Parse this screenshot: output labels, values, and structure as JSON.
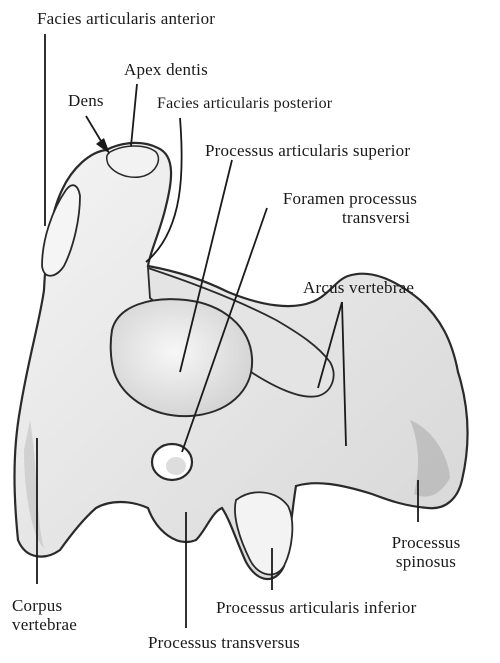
{
  "labels": {
    "facies_articularis_anterior": "Facies articularis anterior",
    "apex_dentis": "Apex  dentis",
    "dens": "Dens",
    "facies_articularis_posterior": "Facies articularis posterior",
    "processus_articularis_superior": "Processus  articularis superior",
    "foramen_processus_line1": "Foramen processus",
    "foramen_processus_line2": "transversi",
    "arcus_vertebrae": "Arcus vertebrae",
    "processus_spinosus_line1": "Processus",
    "processus_spinosus_line2": "spinosus",
    "processus_articularis_inferior": "Processus articularis inferior",
    "corpus_vertebrae_line1": "Corpus",
    "corpus_vertebrae_line2": "vertebrae",
    "processus_transversus": "Processus transversus"
  },
  "colors": {
    "bone_fill": "#ebebeb",
    "bone_shadow": "#a9a9a9",
    "outline": "#2a2a2a",
    "leader": "#1a1a1a"
  }
}
